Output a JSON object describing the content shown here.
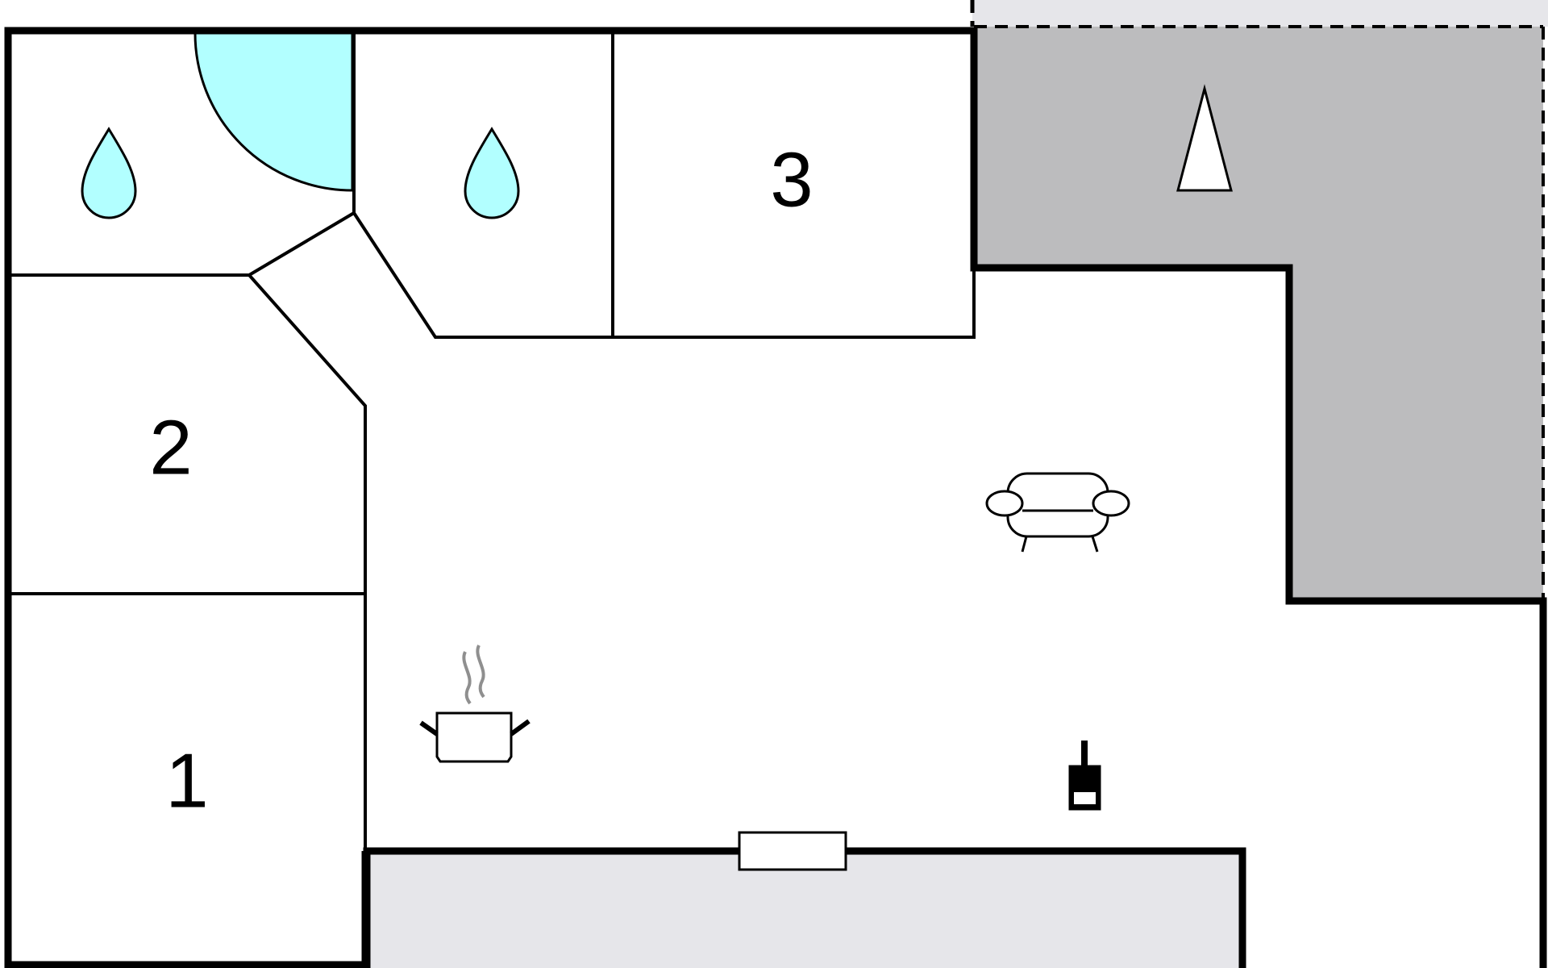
{
  "rooms": [
    {
      "id": "room-1",
      "label": "1"
    },
    {
      "id": "room-2",
      "label": "2"
    },
    {
      "id": "room-3",
      "label": "3"
    }
  ],
  "icons": {
    "bathroom_1": "water-drop-icon",
    "bathroom_2": "water-drop-icon",
    "terrace": "tent-icon",
    "living": "sofa-icon",
    "kitchen": "cooking-pot-icon",
    "heating": "fireplace-icon",
    "window": "window-icon"
  },
  "colors": {
    "wall": "#000000",
    "water": "#b2ffff",
    "covered_terrace": "#bcbcbe",
    "outdoor": "#e6e6ea",
    "steam": "#8f8f8f"
  }
}
